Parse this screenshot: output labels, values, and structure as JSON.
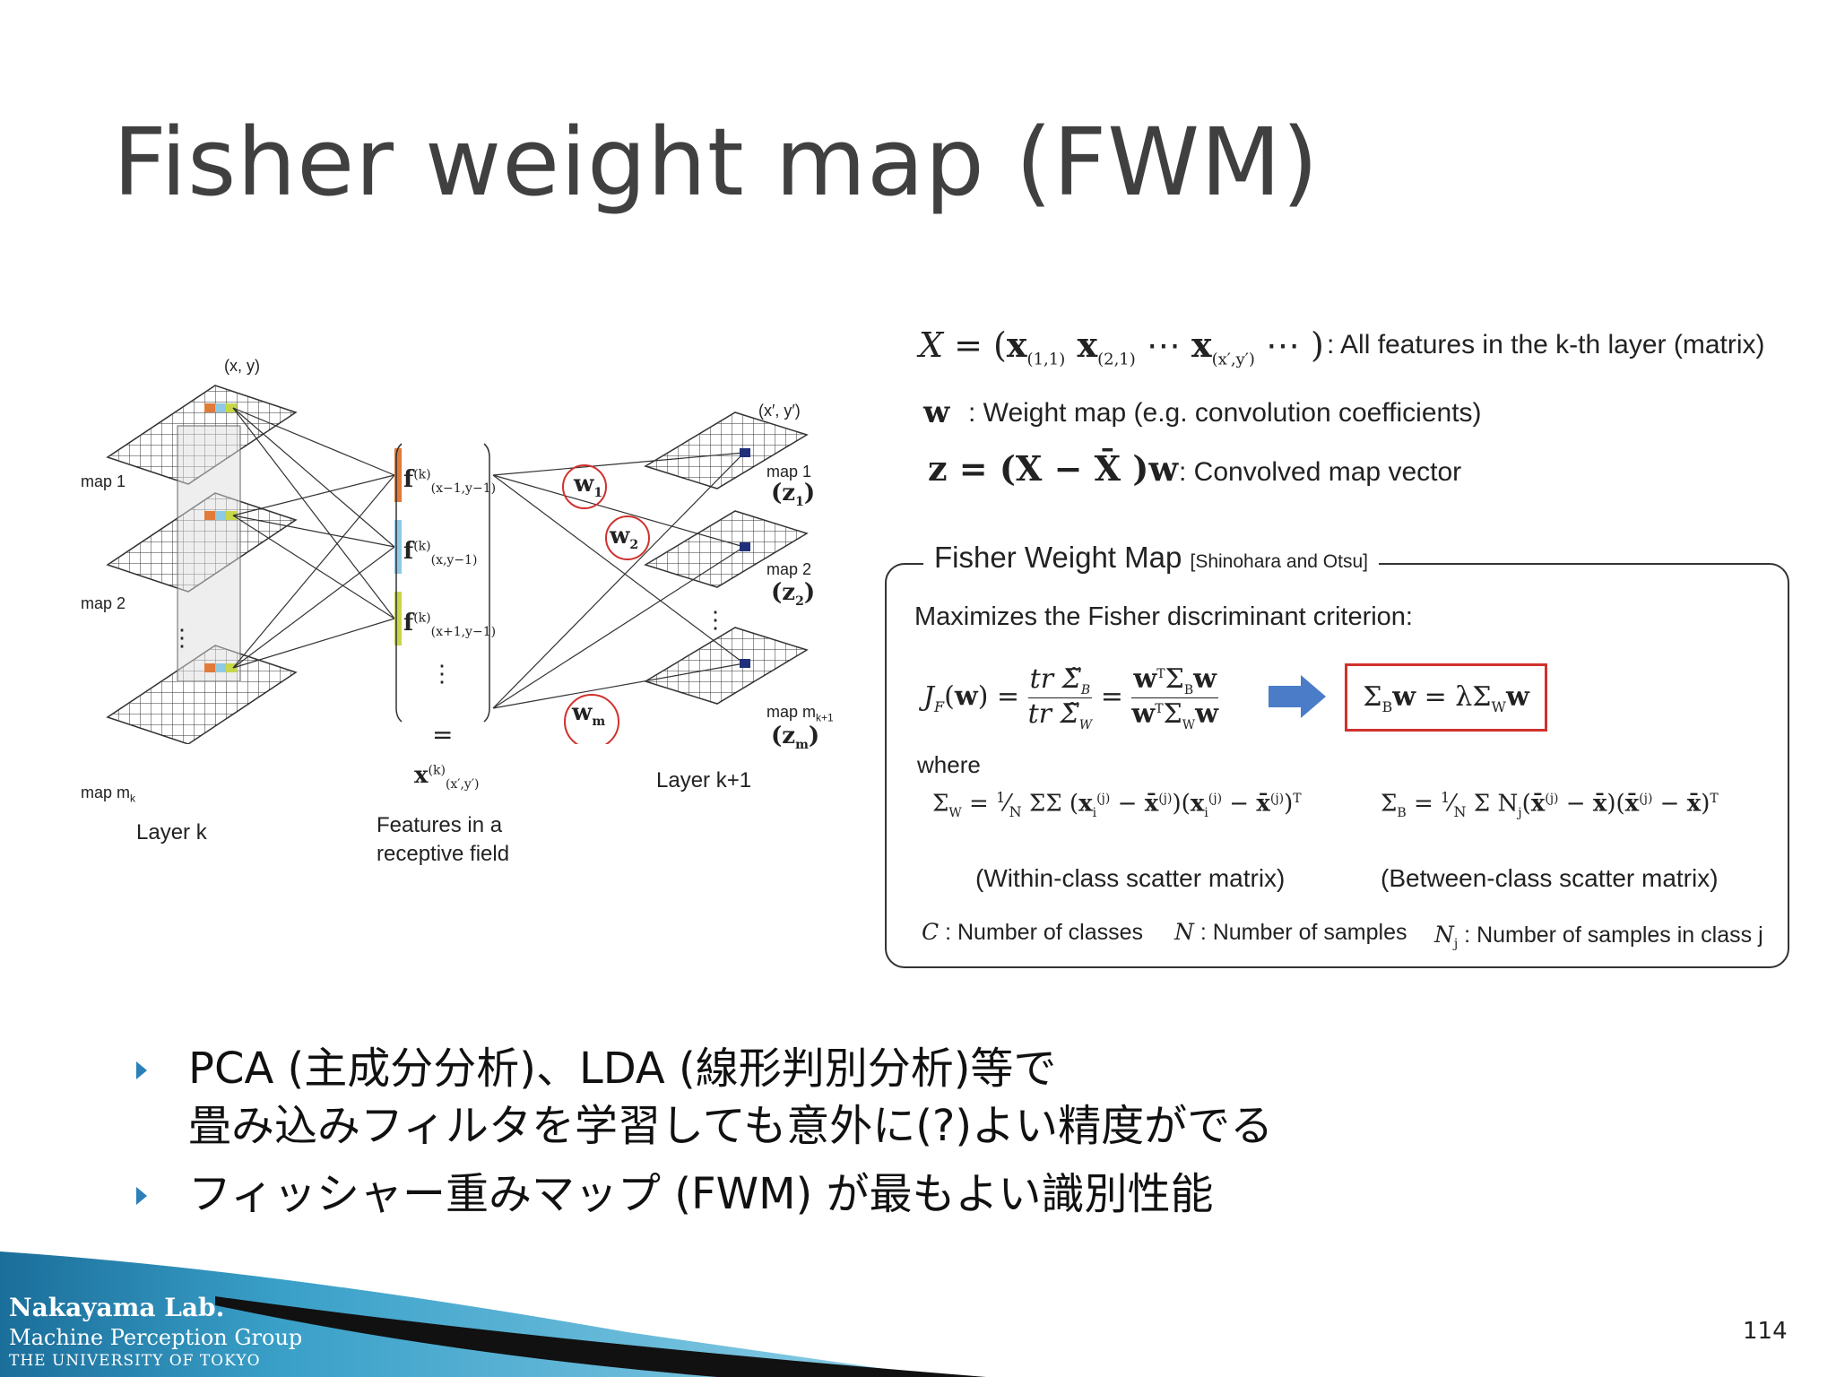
{
  "slide": {
    "title": "Fisher weight map (FWM)",
    "page_number": "114"
  },
  "diagram": {
    "layer_k_label": "Layer k",
    "layer_k1_label": "Layer k+1",
    "map1": "map 1",
    "map2": "map 2",
    "mapmk": "map m",
    "mapmk_sub": "k",
    "map1_right": "map 1",
    "map2_right": "map 2",
    "mapmk1_right": "map m",
    "mapmk1_sub": "k+1",
    "xy": "(x, y)",
    "xpyp": "(x′, y′)",
    "features_line1": "Features in a",
    "features_line2": "receptive field",
    "equals_sign": "=",
    "z1": "(z",
    "z1_sub": "1",
    "z2": "(z",
    "z2_sub": "2",
    "zmk1": "(z",
    "zmk1_sub": "m",
    "w1": "w",
    "w1_sub": "1",
    "w2": "w",
    "w2_sub": "2",
    "wmk1": "w",
    "wmk1_sub": "m",
    "f1_sub": "(x−1,y−1)",
    "f2_sub": "(x,y−1)",
    "f3_sub": "(x+1,y−1)",
    "f_sup": "(k)",
    "f_letter": "f",
    "x_letter": "x",
    "x_sub": "(x′,y′)",
    "dots": "⋮"
  },
  "equations": {
    "X_def_lhs": "X = (x",
    "X_def_desc": ": All features in the k-th layer (matrix)",
    "w_symbol": "w",
    "w_desc": ": Weight map (e.g. convolution coefficients)",
    "z_eq": "z = (X − X̄ )w",
    "z_desc": ": Convolved map vector"
  },
  "fisher_box": {
    "heading": "Fisher Weight Map",
    "citation": "[Shinohara and Otsu]",
    "criterion_text": "Maximizes the Fisher discriminant criterion:",
    "where": "where",
    "within_label": "(Within-class scatter matrix)",
    "between_label": "(Between-class scatter matrix)",
    "c_def": ": Number of classes",
    "n_def": ": Number of samples",
    "nj_def": ": Number of samples in class j",
    "c_sym": "C",
    "n_sym": "N",
    "nj_sym": "N",
    "nj_sub": "j",
    "eigen_eq": "Σ_B w = λ Σ_W w"
  },
  "bullets": [
    {
      "line1": "PCA (主成分分析)、LDA (線形判別分析)等で",
      "line2": "畳み込みフィルタを学習しても意外に(?)よい精度がでる"
    },
    {
      "line1": "フィッシャー重みマップ (FWM) が最もよい識別性能"
    }
  ],
  "footer": {
    "lab_name": "Nakayama Lab.",
    "group": "Machine Perception Group",
    "university": "THE UNIVERSITY OF TOKYO"
  },
  "colors": {
    "accent_blue": "#4a7cc8",
    "red_box": "#d0312d",
    "title_gray": "#404040",
    "footer_teal": "#2a8fb8"
  }
}
